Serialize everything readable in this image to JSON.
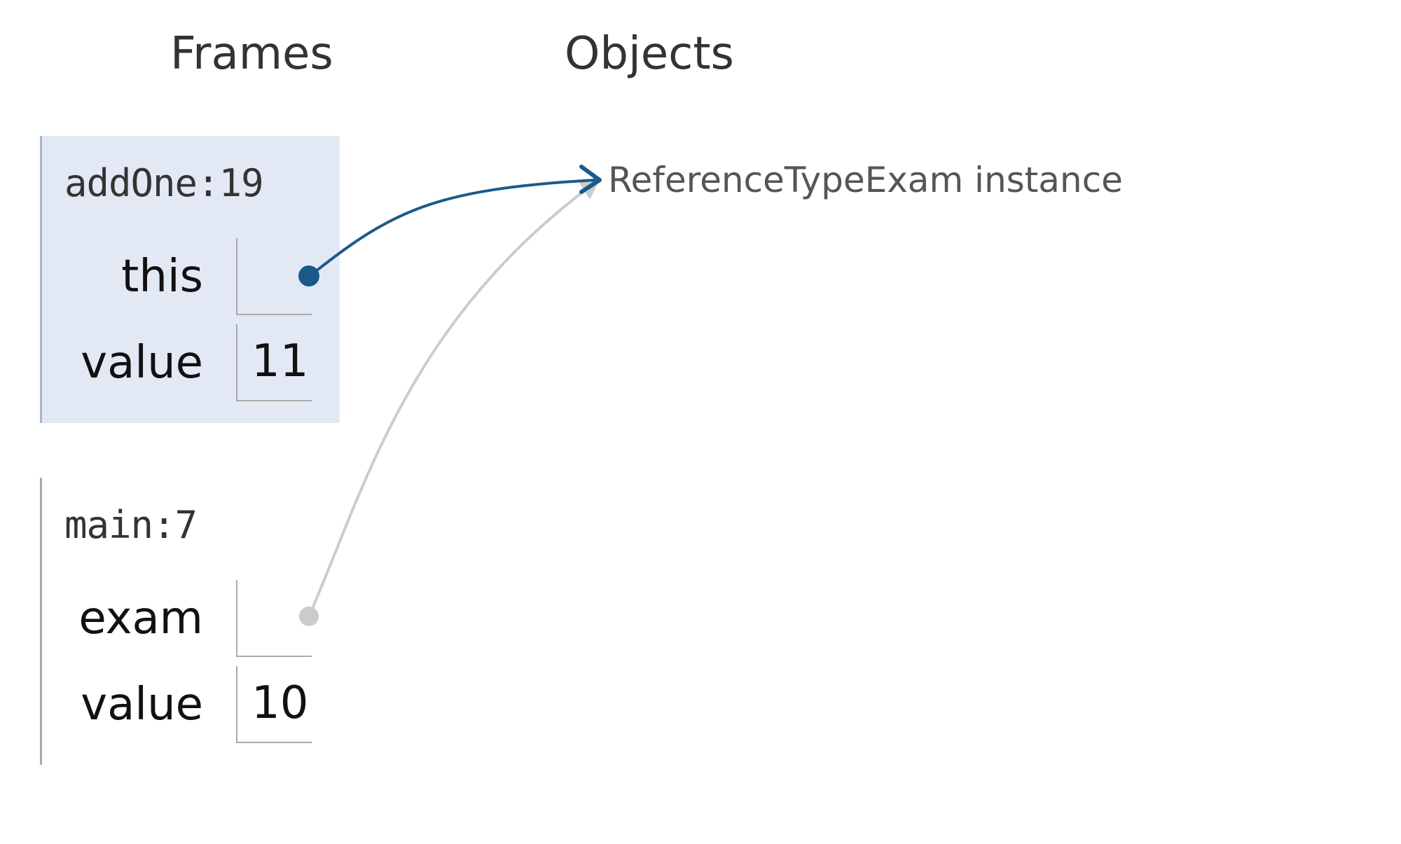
{
  "headers": {
    "frames": "Frames",
    "objects": "Objects"
  },
  "frames": [
    {
      "name": "addOne:19",
      "active": true,
      "vars": [
        {
          "name": "this",
          "value": ""
        },
        {
          "name": "value",
          "value": "11"
        }
      ]
    },
    {
      "name": "main:7",
      "active": false,
      "vars": [
        {
          "name": "exam",
          "value": ""
        },
        {
          "name": "value",
          "value": "10"
        }
      ]
    }
  ],
  "objects": [
    {
      "label": "ReferenceTypeExam instance"
    }
  ],
  "colors": {
    "active_frame_bg": "#e2e9f5",
    "active_pointer": "#1a5a8a",
    "inactive_pointer": "#cccccc",
    "object_text": "#555555"
  }
}
